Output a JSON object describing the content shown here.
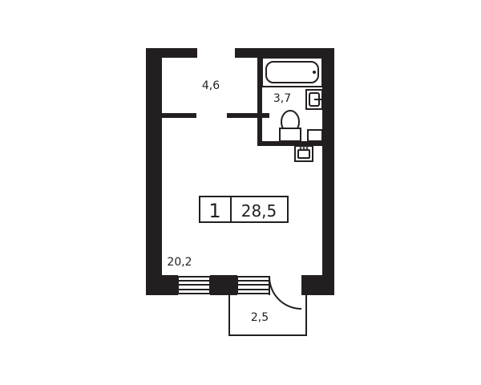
{
  "floor_plan": {
    "rooms": [
      {
        "id": "hallway",
        "area": "4,6"
      },
      {
        "id": "bathroom",
        "area": "3,7"
      },
      {
        "id": "living-room",
        "area": "20,2"
      },
      {
        "id": "balcony",
        "area": "2,5"
      }
    ],
    "summary": {
      "rooms_count": "1",
      "total_area": "28,5"
    },
    "colors": {
      "wall": "#231f20",
      "background": "#ffffff"
    }
  }
}
